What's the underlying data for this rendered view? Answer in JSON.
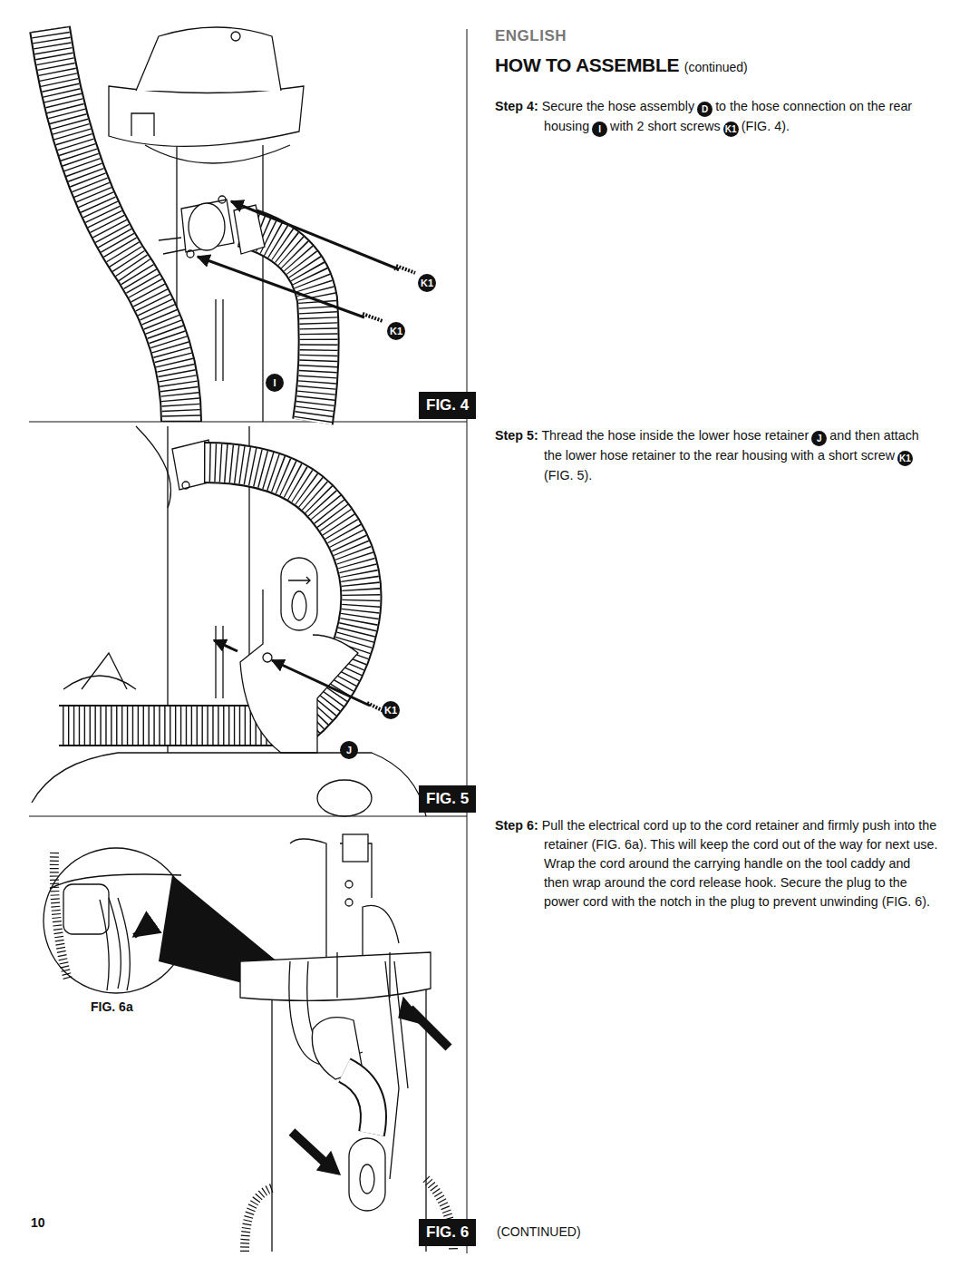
{
  "diagram": {
    "title": "HOW TO ASSEMBLE",
    "nodes": [
      {
        "text": [
          "FIG. 4"
        ]
      },
      {
        "text": [
          "FIG. 5"
        ]
      },
      {
        "text": [
          "FIG. 6"
        ]
      }
    ],
    "labels": [
      "ENGLISH",
      "(continued)",
      "Step 4:",
      "Secure the hose assembly",
      "D",
      "to the hose connection on the rear housing",
      "I",
      "with 2 short screws",
      "K1",
      "(FIG. 4).",
      "Step 5:",
      "Thread the hose inside the lower hose retainer",
      "J",
      "and then attach the lower hose retainer to the rear housing with a short screw",
      "K1",
      "(FIG. 5).",
      "Step 6:",
      "Pull the electrical cord up to the cord retainer and firmly push into the retainer (FIG. 6a). This will keep the cord out of the way for next use. Wrap the cord around the carrying handle on the tool caddy and then wrap around the cord release hook. Secure the plug to the power cord with the notch in the plug to prevent unwinding (FIG. 6).",
      "K1",
      "K1",
      "I",
      "K1",
      "J",
      "FIG. 6a",
      "10",
      "(CONTINUED)"
    ]
  }
}
